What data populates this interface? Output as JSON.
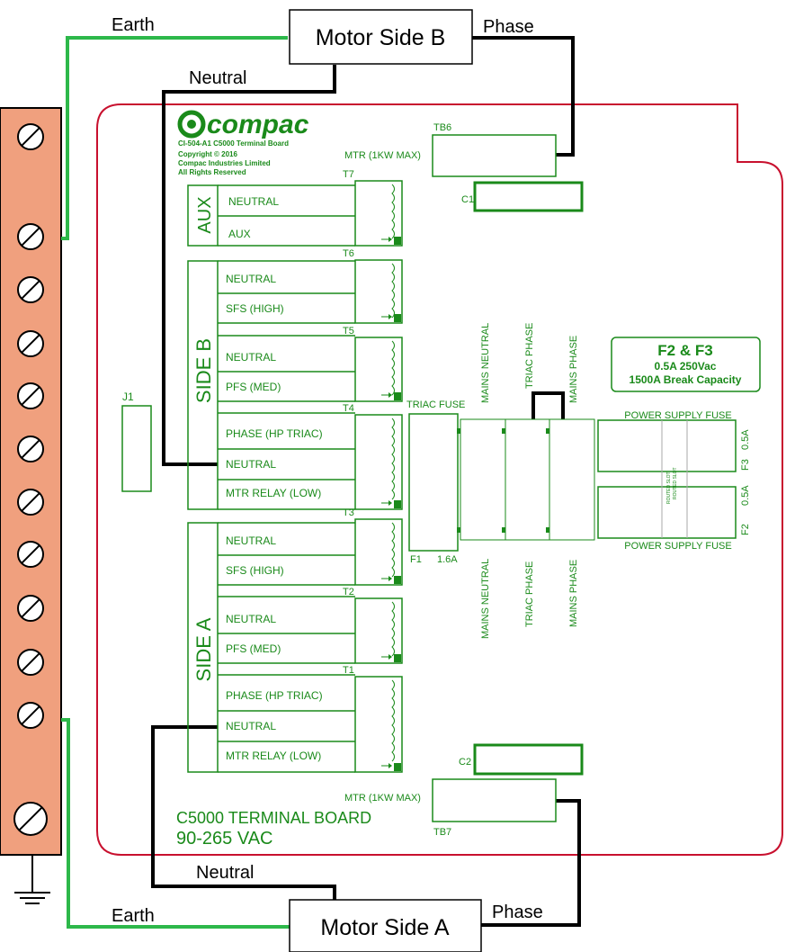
{
  "colors": {
    "board_outline": "#c8102e",
    "terminal_strip": "#f0a07e",
    "pcb_green": "#1a8a1a",
    "earth_wire": "#2db84a",
    "wire": "#000000"
  },
  "motors": {
    "side_b": "Motor Side B",
    "side_a": "Motor Side A"
  },
  "wires": {
    "earth_top": "Earth",
    "phase_top": "Phase",
    "neutral_top": "Neutral",
    "neutral_bottom": "Neutral",
    "earth_bottom": "Earth",
    "phase_bottom": "Phase"
  },
  "logo": {
    "brand": "compac",
    "part": "CI-504-A1 C5000 Terminal Board",
    "copyright": "Copyright © 2016",
    "company": "Compac Industries Limited",
    "rights": "All Rights Reserved"
  },
  "components": {
    "tb6": "TB6",
    "tb7": "TB7",
    "mtr_top": "MTR (1KW MAX)",
    "mtr_bottom": "MTR (1KW MAX)",
    "c1": "C1",
    "c2": "C2",
    "j1": "J1",
    "triac_fuse": "TRIAC FUSE",
    "f1": "F1",
    "f1_rating": "1.6A"
  },
  "groups": {
    "aux": "AUX",
    "side_b": "SIDE B",
    "side_a": "SIDE A"
  },
  "terminals": {
    "t7": "T7",
    "t6": "T6",
    "t5": "T5",
    "t4": "T4",
    "t3": "T3",
    "t2": "T2",
    "t1": "T1"
  },
  "rows": {
    "aux_neutral": "NEUTRAL",
    "aux_aux": "AUX",
    "b_t6_neutral": "NEUTRAL",
    "b_t6_sfs": "SFS (HIGH)",
    "b_t5_neutral": "NEUTRAL",
    "b_t5_pfs": "PFS (MED)",
    "b_t4_phase": "PHASE (HP TRIAC)",
    "b_t4_neutral": "NEUTRAL",
    "b_t4_relay": "MTR RELAY (LOW)",
    "a_t3_neutral": "NEUTRAL",
    "a_t3_sfs": "SFS (HIGH)",
    "a_t2_neutral": "NEUTRAL",
    "a_t2_pfs": "PFS (MED)",
    "a_t1_phase": "PHASE (HP TRIAC)",
    "a_t1_neutral": "NEUTRAL",
    "a_t1_relay": "MTR RELAY (LOW)"
  },
  "mains": {
    "top_neutral": "MAINS NEUTRAL",
    "top_triac": "TRIAC PHASE",
    "top_phase": "MAINS PHASE",
    "bottom_neutral": "MAINS NEUTRAL",
    "bottom_triac": "TRIAC PHASE",
    "bottom_phase": "MAINS PHASE"
  },
  "fuse_info": {
    "title": "F2 & F3",
    "rating": "0.5A   250Vac",
    "capacity": "1500A Break Capacity"
  },
  "power_fuses": {
    "label_top": "POWER SUPPLY FUSE",
    "label_bottom": "POWER SUPPLY FUSE",
    "f3": "F3",
    "f3_rating": "0.5A",
    "f2": "F2",
    "f2_rating": "0.5A",
    "slot_a": "ROUTED SLOT",
    "slot_b": "ROUTED SLOT"
  },
  "board": {
    "title": "C5000 TERMINAL BOARD",
    "voltage": "90-265   VAC"
  }
}
